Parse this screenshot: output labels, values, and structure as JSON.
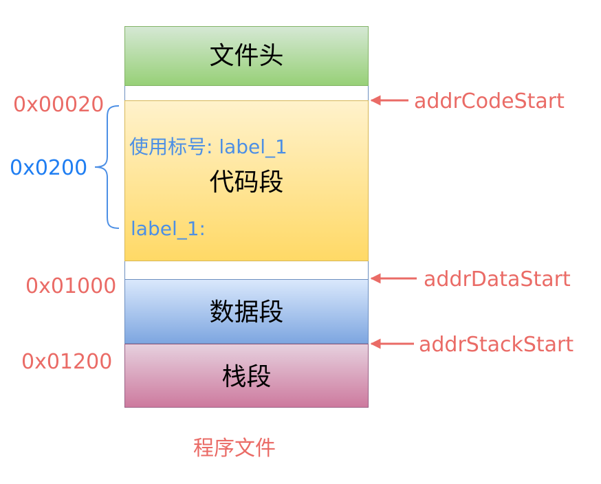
{
  "segments": {
    "header": "文件头",
    "code": "代码段",
    "data": "数据段",
    "stack": "栈段"
  },
  "code_notes": {
    "use_label": "使用标号: label_1",
    "def_label": "label_1:"
  },
  "addresses": {
    "header_end": "0x00020",
    "data_start": "0x01000",
    "stack_start": "0x01200"
  },
  "code_size": "0x0200",
  "pointers": {
    "code": "addrCodeStart",
    "data": "addrDataStart",
    "stack": "addrStackStart"
  },
  "caption": "程序文件",
  "colors": {
    "address_red": "#ea6b66",
    "note_blue": "#4c8fe5",
    "brace_blue": "#1f7ef2",
    "header_fill": "#97d077",
    "code_fill": "#ffd966",
    "data_fill": "#7ea6e0",
    "stack_fill": "#cd7a9e"
  }
}
